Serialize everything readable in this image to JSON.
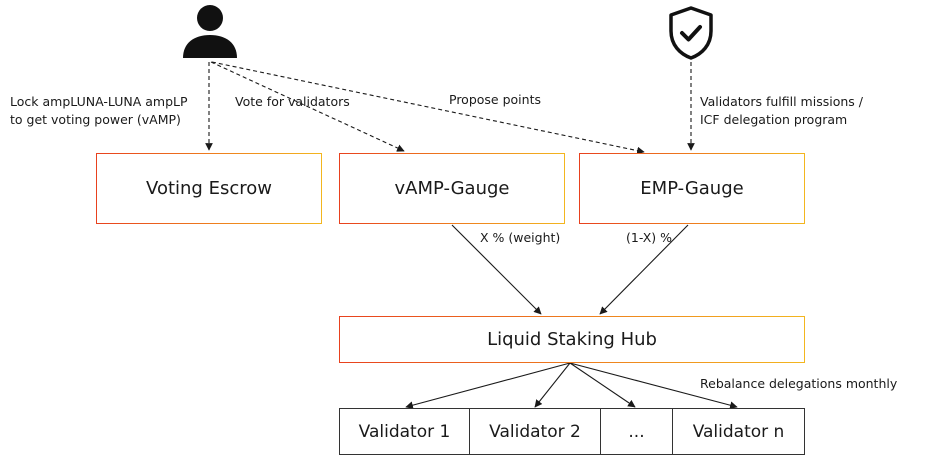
{
  "nodes": {
    "voting_escrow": "Voting Escrow",
    "vamp_gauge": "vAMP-Gauge",
    "emp_gauge": "EMP-Gauge",
    "hub": "Liquid Staking Hub",
    "validators": [
      "Validator 1",
      "Validator 2",
      "...",
      "Validator n"
    ]
  },
  "edges": {
    "lock": [
      "Lock ampLUNA-LUNA ampLP",
      "to get voting power (vAMP)"
    ],
    "vote": "Vote for validators",
    "propose": "Propose points",
    "missions": [
      "Validators fulfill missions /",
      "ICF delegation program"
    ],
    "x_weight": "X % (weight)",
    "one_minus_x": "(1-X) %",
    "rebalance": "Rebalance delegations monthly"
  },
  "icons": {
    "user": "user-icon",
    "validator": "shield-check-icon"
  }
}
